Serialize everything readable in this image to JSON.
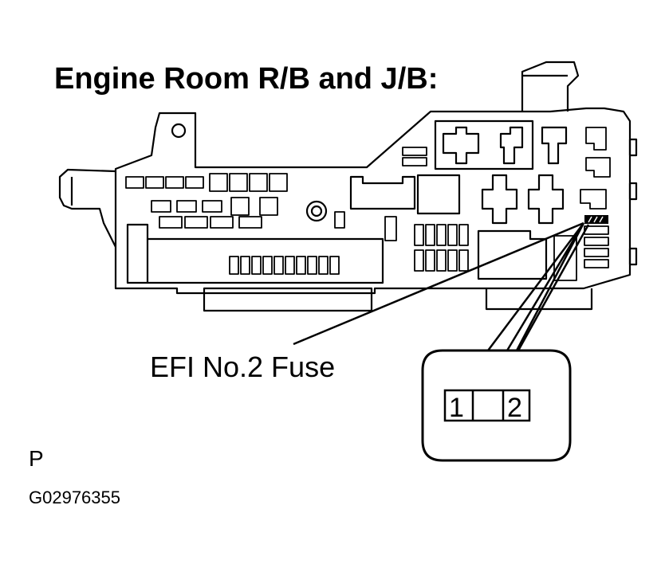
{
  "title": "Engine Room R/B and J/B:",
  "callout_label": "EFI No.2 Fuse",
  "fuse_pins": [
    "1",
    "2"
  ],
  "page_mark": "P",
  "figure_code": "G02976355"
}
